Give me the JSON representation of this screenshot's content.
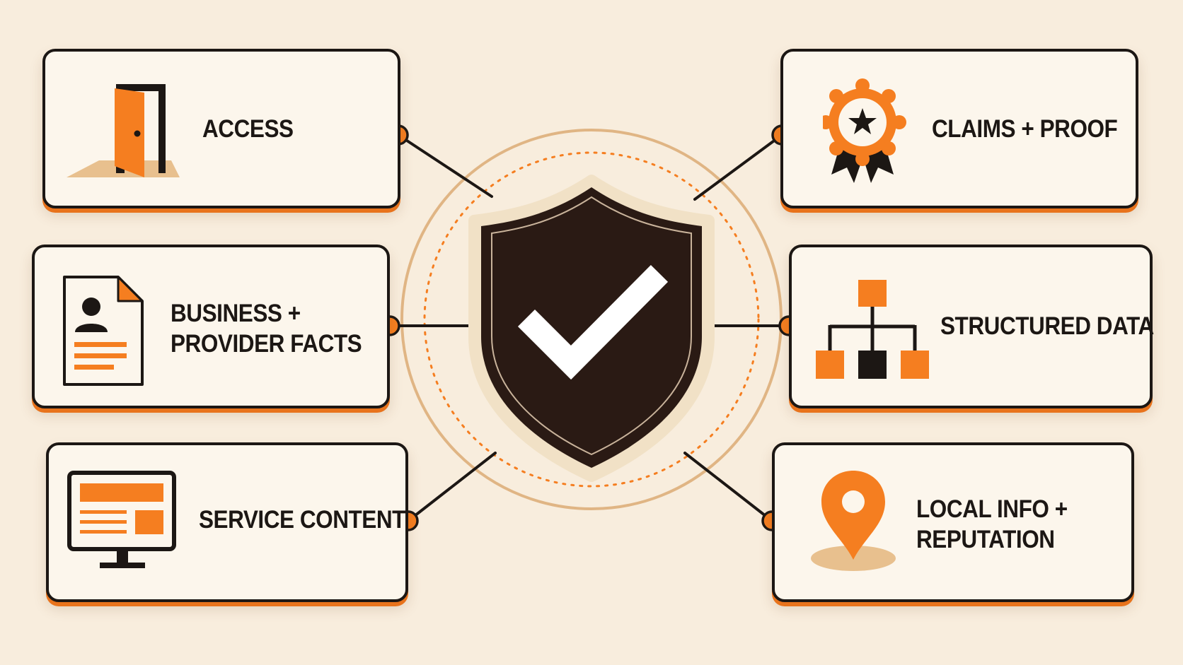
{
  "diagram": {
    "center": {
      "icon": "shield-check-icon"
    },
    "cards": {
      "access": {
        "label_lines": [
          "ACCESS"
        ],
        "icon": "door-icon"
      },
      "claims": {
        "label_lines": [
          "CLAIMS + PROOF"
        ],
        "icon": "award-ribbon-icon"
      },
      "business": {
        "label_lines": [
          "BUSINESS +",
          "PROVIDER FACTS"
        ],
        "icon": "profile-document-icon"
      },
      "structured": {
        "label_lines": [
          "STRUCTURED DATA"
        ],
        "icon": "hierarchy-icon"
      },
      "service": {
        "label_lines": [
          "SERVICE CONTENT"
        ],
        "icon": "monitor-icon"
      },
      "local": {
        "label_lines": [
          "LOCAL INFO +",
          "REPUTATION"
        ],
        "icon": "location-pin-icon"
      }
    },
    "colors": {
      "background": "#f8eddd",
      "card": "#fcf6ec",
      "accent": "#f57e20",
      "ink": "#1c1714",
      "shield": "#2a1a14",
      "ring": "#e0b584"
    }
  }
}
